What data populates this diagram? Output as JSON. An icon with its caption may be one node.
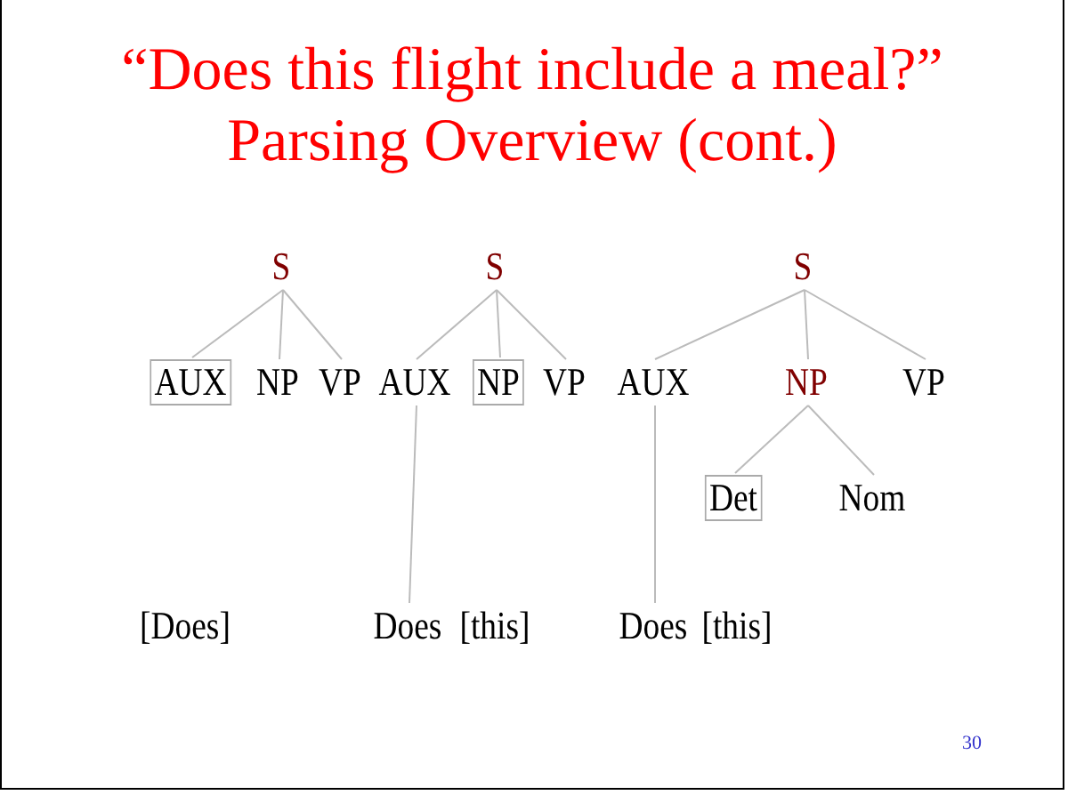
{
  "diagram": {
    "title": "“Does this flight include a meal?” Parsing Overview (cont.)",
    "nodes": [
      {
        "text": [
          "S"
        ]
      },
      {
        "text": [
          "AUX"
        ]
      },
      {
        "text": [
          "NP"
        ]
      },
      {
        "text": [
          "VP"
        ]
      },
      {
        "text": [
          "S"
        ]
      },
      {
        "text": [
          "AUX"
        ]
      },
      {
        "text": [
          "NP"
        ]
      },
      {
        "text": [
          "VP"
        ]
      },
      {
        "text": [
          "Does"
        ]
      },
      {
        "text": [
          "S"
        ]
      },
      {
        "text": [
          "AUX"
        ]
      },
      {
        "text": [
          "NP"
        ]
      },
      {
        "text": [
          "VP"
        ]
      },
      {
        "text": [
          "Det"
        ]
      },
      {
        "text": [
          "Nom"
        ]
      },
      {
        "text": [
          "Does"
        ]
      }
    ],
    "edges": [
      {
        "from": 0,
        "to": 1,
        "arrow": "none"
      },
      {
        "from": 0,
        "to": 2,
        "arrow": "none"
      },
      {
        "from": 0,
        "to": 3,
        "arrow": "none"
      },
      {
        "from": 4,
        "to": 5,
        "arrow": "none"
      },
      {
        "from": 4,
        "to": 6,
        "arrow": "none"
      },
      {
        "from": 4,
        "to": 7,
        "arrow": "none"
      },
      {
        "from": 5,
        "to": 8,
        "arrow": "none"
      },
      {
        "from": 9,
        "to": 10,
        "arrow": "none"
      },
      {
        "from": 9,
        "to": 11,
        "arrow": "none"
      },
      {
        "from": 9,
        "to": 12,
        "arrow": "none"
      },
      {
        "from": 10,
        "to": 15,
        "arrow": "none"
      },
      {
        "from": 11,
        "to": 13,
        "arrow": "none"
      },
      {
        "from": 11,
        "to": 14,
        "arrow": "none"
      }
    ],
    "labels": [
      "[Does]",
      "[this]",
      "[this]",
      "30"
    ]
  }
}
